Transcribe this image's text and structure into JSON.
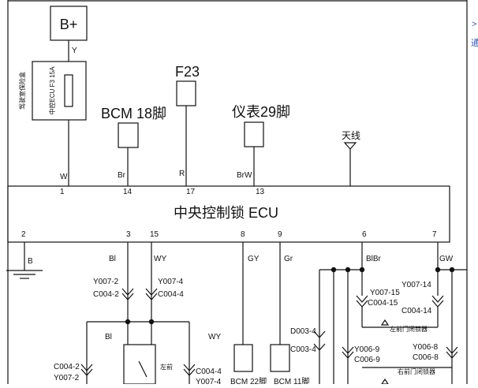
{
  "power": {
    "label": "B+"
  },
  "fuse": {
    "side_label": "驾驶室保险盒",
    "rating": "中控ECU\nF3 15A"
  },
  "wire_codes": {
    "y": "Y",
    "w": "W",
    "br": "Br",
    "r": "R",
    "brw": "BrW",
    "b": "B",
    "bl_top": "Bl",
    "wy_top": "WY",
    "gy": "GY",
    "gr": "Gr",
    "blbr": "BlBr",
    "gw": "GW",
    "bl_mid": "Bl",
    "wy_mid": "WY"
  },
  "components": {
    "f23": "F23",
    "bcm18": "BCM  18脚",
    "meter29": "仪表29脚",
    "antenna": "天线",
    "ecu": "中央控制锁  ECU",
    "bcm22": "BCM 22脚",
    "bcm11": "BCM 11脚",
    "left_door": "左前门闭锁器",
    "right_door": "右前门闭锁器",
    "switch_side": "左前"
  },
  "pins": {
    "p1": "1",
    "p14": "14",
    "p17": "17",
    "p13": "13",
    "p2": "2",
    "p3": "3",
    "p15": "15",
    "p8": "8",
    "p9": "9",
    "p6": "6",
    "p7": "7"
  },
  "connectors": {
    "y0072": "Y007-2",
    "c0042": "C004-2",
    "y0074": "Y007-4",
    "c0044": "C004-4",
    "y00715": "Y007-15",
    "c00415": "C004-15",
    "y00714": "Y007-14",
    "c00414": "C004-14",
    "d0034": "D003-4",
    "c0034": "C003-4",
    "y0069": "Y006-9",
    "c0069": "C006-9",
    "y0068": "Y006-8",
    "c0068": "C006-8",
    "c0042b": "C004-2",
    "y0072b": "Y007-2",
    "c0044b": "C004-4",
    "y0074b": "Y007-4"
  },
  "edge_text": {
    "line1": ">",
    "line2": "通"
  }
}
